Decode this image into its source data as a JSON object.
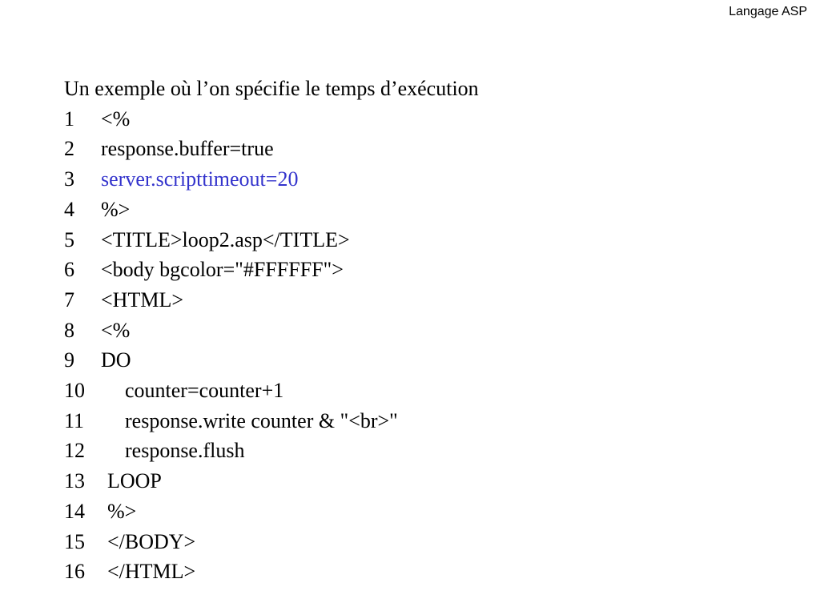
{
  "header": {
    "label": "Langage ASP"
  },
  "slide": {
    "title": "Un exemple où l’on spécifie le temps d’exécution",
    "highlight_color": "#3333cc",
    "lines": [
      {
        "num": "1",
        "text": "<%"
      },
      {
        "num": "2",
        "text": "response.buffer=true"
      },
      {
        "num": "3",
        "text": "server.scripttimeout=20",
        "highlight": true
      },
      {
        "num": "4",
        "text": "%>"
      },
      {
        "num": "5",
        "text": "<TITLE>loop2.asp</TITLE>"
      },
      {
        "num": "6",
        "text": "<body bgcolor=\"#FFFFFF\">"
      },
      {
        "num": "7",
        "text": "<HTML>"
      },
      {
        "num": "8",
        "text": "<%"
      },
      {
        "num": "9",
        "text": "DO"
      },
      {
        "num": "10",
        "text": "counter=counter+1"
      },
      {
        "num": "11",
        "text": "response.write counter & \"<br>\""
      },
      {
        "num": "12",
        "text": "response.flush"
      },
      {
        "num": "13",
        "text": "LOOP"
      },
      {
        "num": "14",
        "text": "%>"
      },
      {
        "num": "15",
        "text": "</BODY>"
      },
      {
        "num": "16",
        "text": "</HTML>"
      }
    ]
  }
}
